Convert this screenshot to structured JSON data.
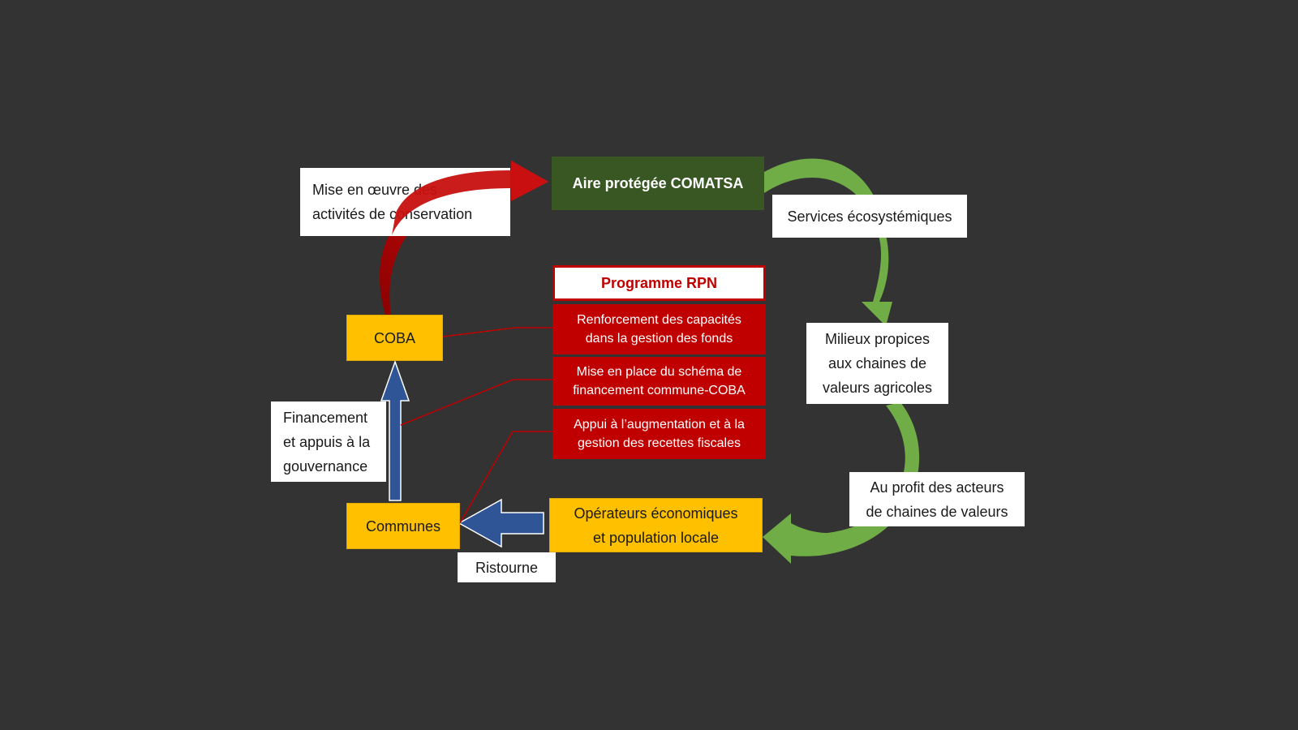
{
  "diagram": {
    "aire_protegee": "Aire protégée COMATSA",
    "services": "Services écosystémiques",
    "milieux": [
      "Milieux propices",
      "aux chaines de",
      "valeurs agricoles"
    ],
    "au_profit": [
      "Au profit des acteurs",
      "de chaines de valeurs"
    ],
    "operateurs": [
      "Opérateurs économiques",
      "et population locale"
    ],
    "ristourne": "Ristourne",
    "communes": "Communes",
    "financement": [
      "Financement",
      "et appuis à la",
      "gouvernance"
    ],
    "coba": "COBA",
    "mise_en_oeuvre": [
      "Mise en œuvre des",
      "activités de conservation"
    ],
    "programme": {
      "title": "Programme RPN",
      "items": [
        [
          "Renforcement des capacités",
          "dans la gestion des fonds"
        ],
        [
          "Mise en place du schéma de",
          "financement commune-COBA"
        ],
        [
          "Appui à l’augmentation et à la",
          "gestion des recettes fiscales"
        ]
      ]
    }
  },
  "colors": {
    "background": "#333333",
    "green_box": "#385723",
    "green_arrow": "#70ad47",
    "red": "#c00000",
    "yellow": "#ffc000",
    "blue_arrow": "#2f5597"
  }
}
